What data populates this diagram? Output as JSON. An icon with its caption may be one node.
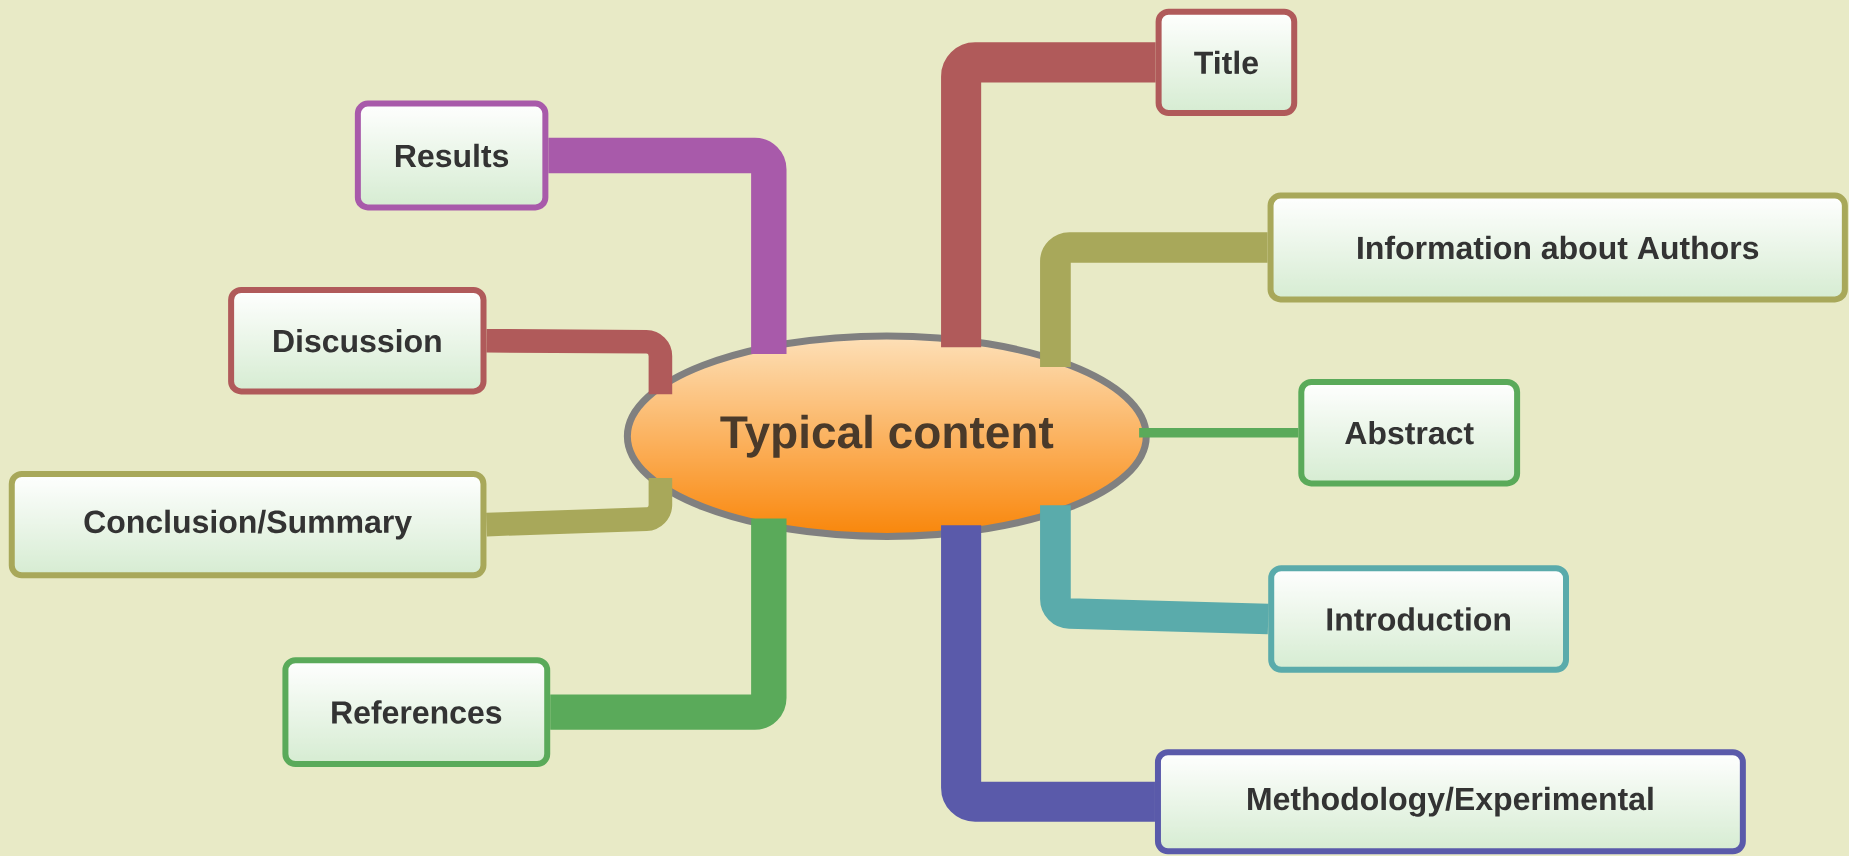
{
  "diagram": {
    "nodes": [
      {
        "text": [
          "Typical content"
        ]
      },
      {
        "text": [
          "Title"
        ]
      },
      {
        "text": [
          "Information about Authors"
        ]
      },
      {
        "text": [
          "Abstract"
        ]
      },
      {
        "text": [
          "Introduction"
        ]
      },
      {
        "text": [
          "Methodology/Experimental"
        ]
      },
      {
        "text": [
          "Results"
        ]
      },
      {
        "text": [
          "Discussion"
        ]
      },
      {
        "text": [
          "Conclusion/Summary"
        ]
      },
      {
        "text": [
          "References"
        ]
      }
    ],
    "edges": [
      {
        "from": 0,
        "to": 1,
        "arrow": "none",
        "color": "#b05a5a"
      },
      {
        "from": 0,
        "to": 2,
        "arrow": "none",
        "color": "#a8a85a"
      },
      {
        "from": 0,
        "to": 3,
        "arrow": "none",
        "color": "#5aaa5a"
      },
      {
        "from": 0,
        "to": 4,
        "arrow": "none",
        "color": "#5aabab"
      },
      {
        "from": 0,
        "to": 5,
        "arrow": "none",
        "color": "#5a5aaa"
      },
      {
        "from": 0,
        "to": 6,
        "arrow": "none",
        "color": "#a85aaa"
      },
      {
        "from": 0,
        "to": 7,
        "arrow": "none",
        "color": "#b05a5a"
      },
      {
        "from": 0,
        "to": 8,
        "arrow": "none",
        "color": "#a8a85a"
      },
      {
        "from": 0,
        "to": 9,
        "arrow": "none",
        "color": "#5aaa5a"
      }
    ]
  }
}
